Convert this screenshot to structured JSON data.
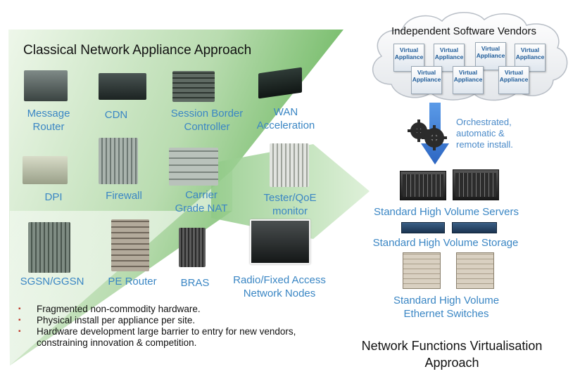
{
  "classical": {
    "title": "Classical Network Appliance Approach",
    "devices": [
      {
        "label": "Message\nRouter"
      },
      {
        "label": "CDN"
      },
      {
        "label": "Session Border\nController"
      },
      {
        "label": "WAN\nAcceleration"
      },
      {
        "label": "DPI"
      },
      {
        "label": "Firewall"
      },
      {
        "label": "Carrier\nGrade NAT"
      },
      {
        "label": "Tester/QoE\nmonitor"
      },
      {
        "label": "SGSN/GGSN"
      },
      {
        "label": "PE Router"
      },
      {
        "label": "BRAS"
      },
      {
        "label": "Radio/Fixed Access\nNetwork Nodes"
      }
    ],
    "bullets": [
      "Fragmented non-commodity hardware.",
      "Physical install per appliance per site.",
      "Hardware development large barrier to entry for new vendors, constraining innovation & competition."
    ]
  },
  "nfv": {
    "cloud_title": "Independent Software Vendors",
    "appliance_label": "Virtual Appliance",
    "orchestration_note": "Orchestrated,\nautomatic &\nremote install.",
    "servers_label": "Standard High Volume Servers",
    "storage_label": "Standard High Volume Storage",
    "switches_label": "Standard High Volume\nEthernet Switches",
    "title": "Network Functions Virtualisation\nApproach"
  },
  "colors": {
    "green_light": "#e6f2e1",
    "green_dark": "#6fbb62",
    "label_blue": "#3a86c4",
    "arrow_blue": "#3b7dd8"
  }
}
